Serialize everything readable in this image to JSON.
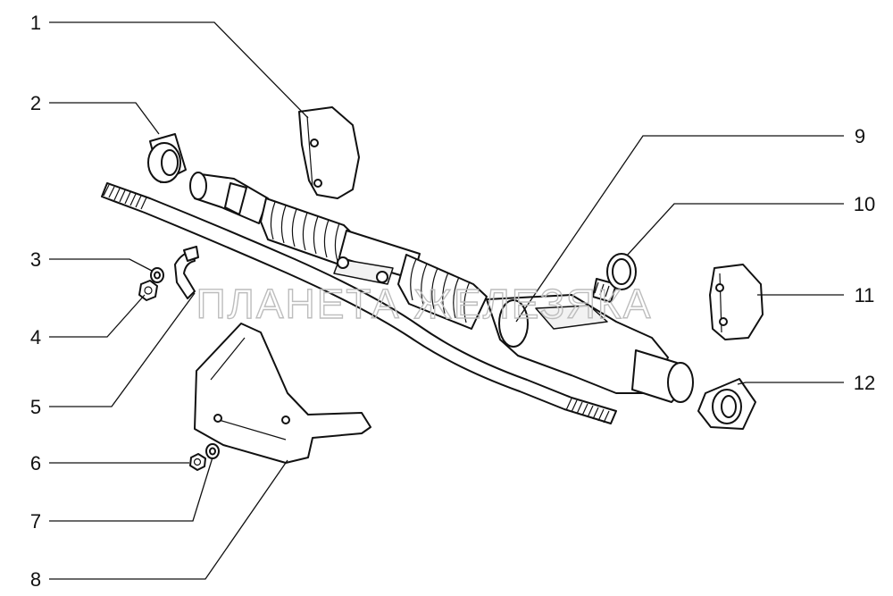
{
  "callouts": [
    {
      "number": "1"
    },
    {
      "number": "2"
    },
    {
      "number": "3"
    },
    {
      "number": "4"
    },
    {
      "number": "5"
    },
    {
      "number": "6"
    },
    {
      "number": "7"
    },
    {
      "number": "8"
    },
    {
      "number": "9"
    },
    {
      "number": "10"
    },
    {
      "number": "11"
    },
    {
      "number": "12"
    }
  ],
  "watermark": "ПЛАНЕТА ЖЕЛЕЗЯКА"
}
